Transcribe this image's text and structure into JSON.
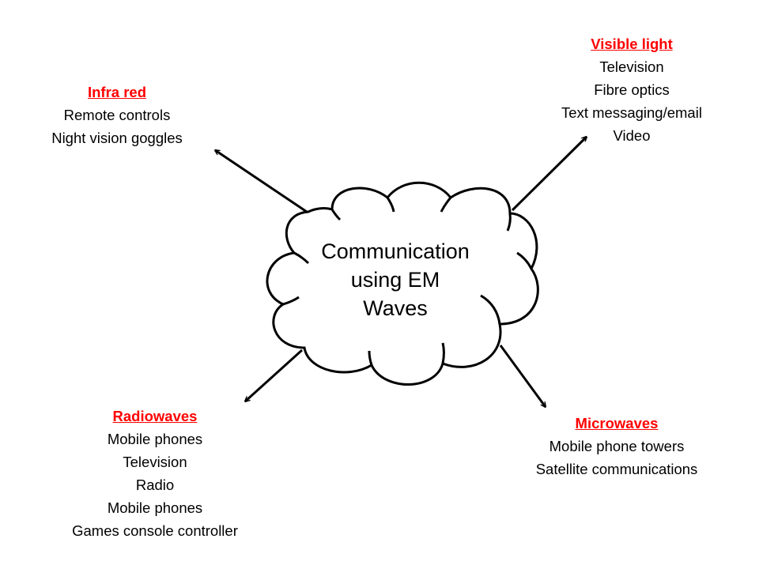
{
  "center": {
    "lines": [
      "Communication",
      "using EM",
      "Waves"
    ]
  },
  "colors": {
    "heading": "#ff0000",
    "text": "#000000",
    "lines": "#000000",
    "background": "#ffffff"
  },
  "groups": {
    "infra_red": {
      "heading": "Infra red",
      "items": [
        "Remote controls",
        "Night vision goggles"
      ]
    },
    "visible_light": {
      "heading": "Visible light",
      "items": [
        "Television",
        "Fibre optics",
        "Text messaging/email",
        "Video"
      ]
    },
    "radiowaves": {
      "heading": "Radiowaves",
      "items": [
        "Mobile phones",
        "Television",
        "Radio",
        "Mobile phones",
        "Games console controller"
      ]
    },
    "microwaves": {
      "heading": "Microwaves",
      "items": [
        "Mobile phone towers",
        "Satellite communications"
      ]
    }
  }
}
